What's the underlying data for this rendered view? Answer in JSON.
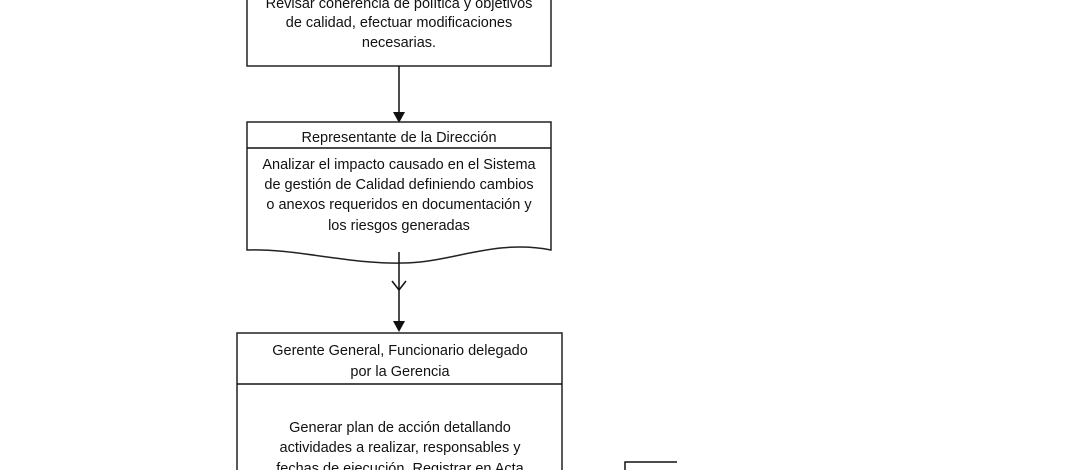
{
  "box1": {
    "lines": [
      "Revisar coherencia de política y objetivos",
      "de calidad, efectuar modificaciones",
      "necesarias."
    ]
  },
  "box2": {
    "header": "Representante de la Dirección",
    "lines": [
      "Analizar el impacto causado en el Sistema",
      "de gestión de Calidad definiendo cambios",
      "o anexos requeridos en documentación y",
      "los riesgos generadas"
    ]
  },
  "box3": {
    "header_lines": [
      "Gerente General,  Funcionario delegado",
      "por la Gerencia"
    ],
    "lines": [
      "Generar plan de acción detallando",
      "actividades a realizar, responsables y",
      "fechas de ejecución. Registrar en Acta"
    ]
  }
}
